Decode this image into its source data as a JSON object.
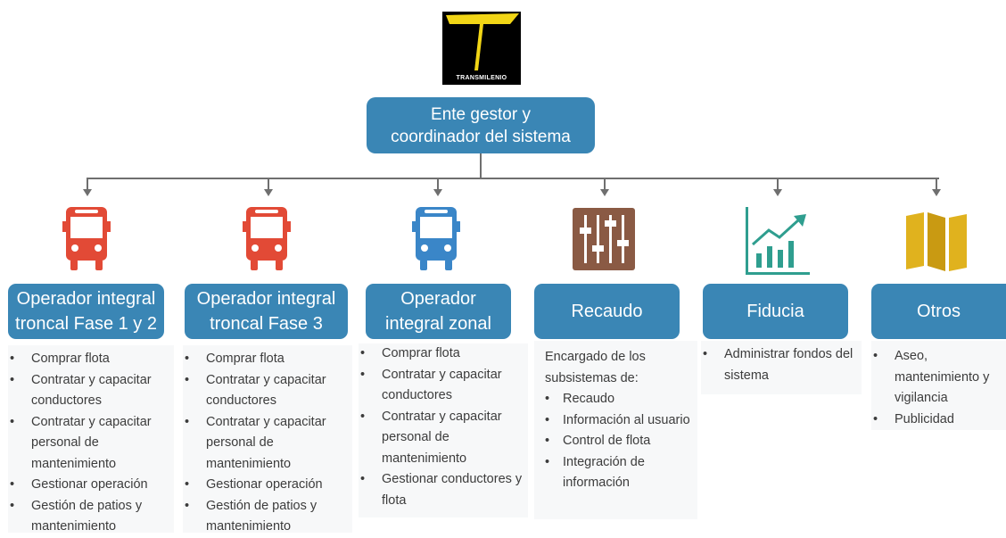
{
  "logo": {
    "text": "TRANSMILENIO"
  },
  "root": {
    "lines": [
      "Ente gestor y",
      "coordinador del sistema"
    ]
  },
  "operators": [
    {
      "title_lines": [
        "Operador integral",
        "troncal Fase 1 y 2"
      ],
      "icon": "bus-icon",
      "icon_color": "#e24a36",
      "items": [
        "Comprar flota",
        "Contratar y capacitar conductores",
        "Contratar y capacitar personal de mantenimiento",
        "Gestionar operación",
        "Gestión de patios y mantenimiento"
      ]
    },
    {
      "title_lines": [
        "Operador integral",
        "troncal Fase 3"
      ],
      "icon": "bus-icon",
      "icon_color": "#e24a36",
      "items": [
        "Comprar flota",
        "Contratar y capacitar conductores",
        "Contratar y capacitar personal de mantenimiento",
        "Gestionar operación",
        "Gestión de patios y mantenimiento"
      ]
    },
    {
      "title_lines": [
        "Operador",
        "integral zonal"
      ],
      "icon": "bus-icon",
      "icon_color": "#3a86c8",
      "items": [
        "Comprar flota",
        "Contratar y capacitar conductores",
        "Contratar y capacitar personal de mantenimiento",
        "Gestionar conductores y flota"
      ]
    },
    {
      "title_lines": [
        "Recaudo"
      ],
      "icon": "sliders-icon",
      "icon_color": "#8a5a44",
      "intro": "Encargado de los subsistemas de:",
      "items": [
        "Recaudo",
        "Información al usuario",
        "Control de flota",
        "Integración de información"
      ]
    },
    {
      "title_lines": [
        "Fiducia"
      ],
      "icon": "chart-growth-icon",
      "icon_color": "#2f9e8f",
      "items": [
        "Administrar fondos del sistema"
      ]
    },
    {
      "title_lines": [
        "Otros"
      ],
      "icon": "map-icon",
      "icon_color": "#e0b21e",
      "items": [
        "Aseo, mantenimiento y vigilancia",
        "Publicidad"
      ]
    }
  ],
  "colors": {
    "box": "#3a86b5",
    "connector": "#6f6f6f"
  }
}
